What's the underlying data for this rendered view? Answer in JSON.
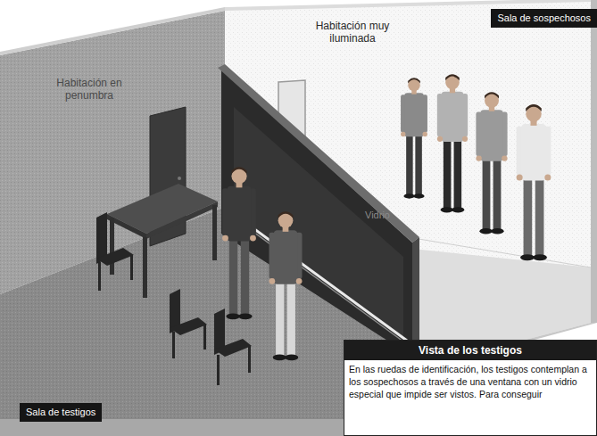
{
  "diagram": {
    "nodes": [
      {
        "text": [
          "Sala de sospechosos"
        ]
      },
      {
        "text": [
          "Vista de los testigos",
          "En las ruedas de identificación, los testigos contemplan a los sospechosos a través de una ventana con un vidrio especial que impide ser vistos. Para conseguir"
        ]
      },
      {
        "text": [
          "Sala de testigos"
        ]
      }
    ],
    "labels": [
      "Habitación muy iluminada",
      "Habitación en penumbra",
      "Vidrio"
    ]
  }
}
